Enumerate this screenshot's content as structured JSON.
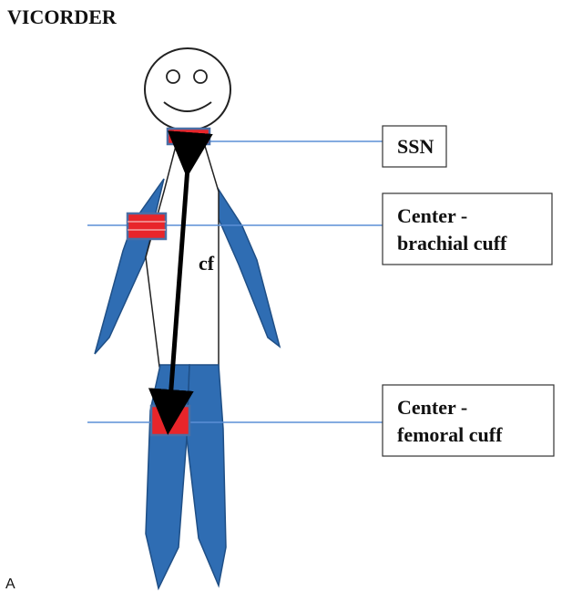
{
  "title": "VICORDER",
  "panel_label": "A",
  "figure": {
    "cuffs": [
      {
        "id": "ssn",
        "label_lines": [
          "SSN"
        ]
      },
      {
        "id": "brachial",
        "label_lines": [
          "Center -",
          "brachial cuff"
        ]
      },
      {
        "id": "femoral",
        "label_lines": [
          "Center -",
          "femoral cuff"
        ]
      }
    ],
    "distance_label": "cf"
  },
  "colors": {
    "limb_blue": "#2f6db3",
    "limb_outline": "#1f4f86",
    "cuff_red": "#e8252a",
    "cuff_outline": "#4a6fa5",
    "guide_line": "#5b8fd6",
    "arrow": "#000000",
    "text": "#111111"
  }
}
